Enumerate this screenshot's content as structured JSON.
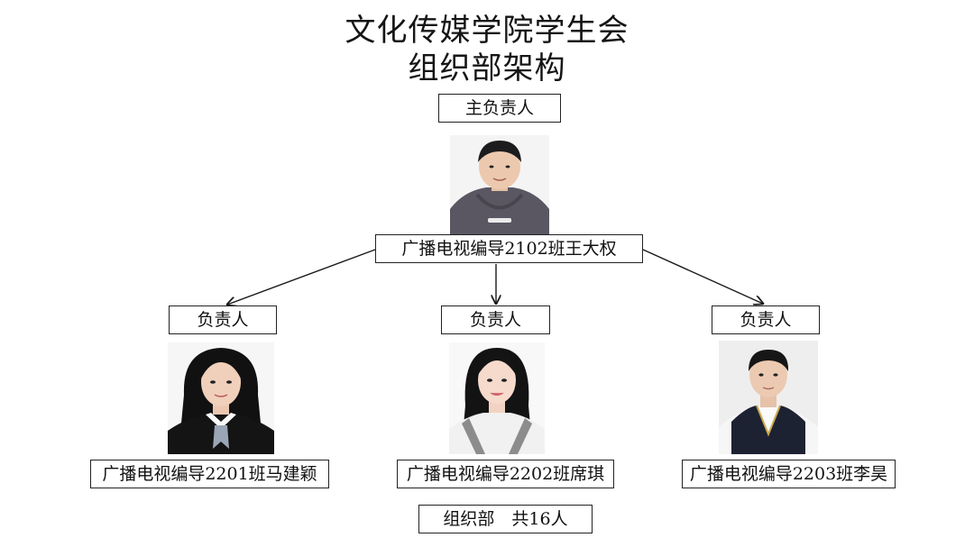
{
  "title_line1": "文化传媒学院学生会",
  "title_line2": "组织部架构",
  "head": {
    "role": "主负责人",
    "name": "广播电视编导2102班王大权"
  },
  "leaders": [
    {
      "role": "负责人",
      "name": "广播电视编导2201班马建颖"
    },
    {
      "role": "负责人",
      "name": "广播电视编导2202班席琪"
    },
    {
      "role": "负责人",
      "name": "广播电视编导2203班李昊"
    }
  ],
  "footer": "组织部　共16人",
  "colors": {
    "line": "#1a1a1a",
    "border": "#222222"
  }
}
